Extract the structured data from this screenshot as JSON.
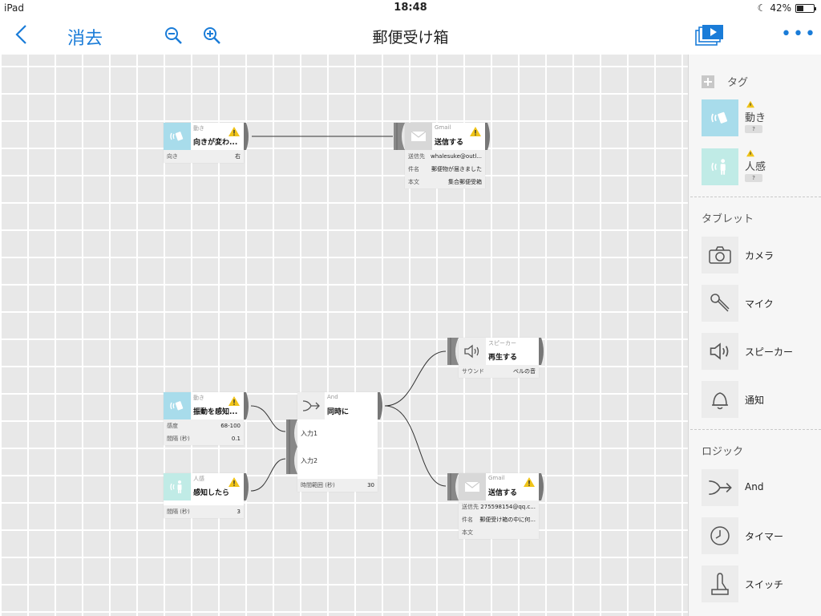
{
  "status": {
    "device": "iPad",
    "time": "18:48",
    "battery": "42%",
    "battery_level": 0.42
  },
  "nav": {
    "title": "郵便受け箱",
    "clear_label": "消去",
    "more": "•••"
  },
  "colors": {
    "accent": "#1a7cd8",
    "tag_bg": "#a8dceb",
    "tag_bg2": "#c0ebe6",
    "warn": "#f0c419"
  },
  "nodes": {
    "motion1": {
      "category": "動き",
      "title": "向きが変わ...",
      "params": [
        {
          "k": "向き",
          "v": "右"
        }
      ]
    },
    "gmail1": {
      "category": "Gmail",
      "title": "送信する",
      "params": [
        {
          "k": "送信先",
          "v": "whalesuke@outl..."
        },
        {
          "k": "件名",
          "v": "郵便物が届きました"
        },
        {
          "k": "本文",
          "v": "集合郵便受箱"
        }
      ]
    },
    "speaker": {
      "category": "スピーカー",
      "title": "再生する",
      "params": [
        {
          "k": "サウンド",
          "v": "ベルの音"
        }
      ]
    },
    "motion2": {
      "category": "動き",
      "title": "振動を感知...",
      "params": [
        {
          "k": "感度",
          "v": "68-100"
        },
        {
          "k": "間隔 (秒)",
          "v": "0.1"
        }
      ]
    },
    "and": {
      "category": "And",
      "title": "同時に",
      "inputs": [
        "入力1",
        "入力2"
      ],
      "params": [
        {
          "k": "時間範囲 (秒)",
          "v": "30"
        }
      ]
    },
    "human": {
      "category": "人感",
      "title": "感知したら",
      "params": [
        {
          "k": "間隔 (秒)",
          "v": "3"
        }
      ]
    },
    "gmail2": {
      "category": "Gmail",
      "title": "送信する",
      "params": [
        {
          "k": "送信先",
          "v": "275598154@qq.c..."
        },
        {
          "k": "件名",
          "v": "郵便受け箱の中に何..."
        },
        {
          "k": "本文",
          "v": ""
        }
      ]
    }
  },
  "sidebar": {
    "tags_header": "タグ",
    "tags": [
      {
        "label": "動き",
        "badge": "?",
        "icon": "motion-tag-icon"
      },
      {
        "label": "人感",
        "badge": "?",
        "icon": "human-sensor-icon"
      }
    ],
    "tablet_header": "タブレット",
    "tablet_items": [
      {
        "label": "カメラ",
        "icon": "camera-icon"
      },
      {
        "label": "マイク",
        "icon": "microphone-icon"
      },
      {
        "label": "スピーカー",
        "icon": "speaker-icon"
      },
      {
        "label": "通知",
        "icon": "bell-icon"
      }
    ],
    "logic_header": "ロジック",
    "logic_items": [
      {
        "label": "And",
        "icon": "and-merge-icon"
      },
      {
        "label": "タイマー",
        "icon": "timer-icon"
      },
      {
        "label": "スイッチ",
        "icon": "switch-icon"
      }
    ]
  }
}
